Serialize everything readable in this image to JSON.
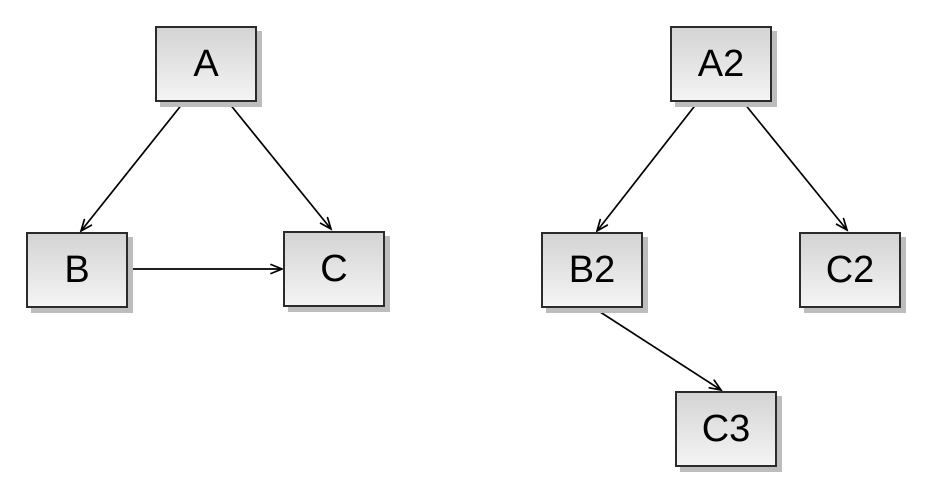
{
  "page": {
    "background": "#ffffff"
  },
  "styles": {
    "node_border": "#2b2b2b",
    "node_fill_top": "#d4d4d4",
    "node_fill_bottom": "#f4f4f4",
    "node_shadow": "#bdbdbd",
    "edge_color": "#000000",
    "label_color": "#000000"
  },
  "graphs": [
    {
      "name": "left-triangle-graph",
      "nodes": [
        {
          "id": "A",
          "label": "A"
        },
        {
          "id": "B",
          "label": "B"
        },
        {
          "id": "C",
          "label": "C"
        }
      ],
      "edges": [
        {
          "from": "A",
          "to": "B",
          "direction": "arrow"
        },
        {
          "from": "A",
          "to": "C",
          "direction": "arrow"
        },
        {
          "from": "B",
          "to": "C",
          "direction": "arrow"
        }
      ]
    },
    {
      "name": "right-tree-graph",
      "nodes": [
        {
          "id": "A2",
          "label": "A2"
        },
        {
          "id": "B2",
          "label": "B2"
        },
        {
          "id": "C2",
          "label": "C2"
        },
        {
          "id": "C3",
          "label": "C3"
        }
      ],
      "edges": [
        {
          "from": "A2",
          "to": "B2",
          "direction": "arrow"
        },
        {
          "from": "A2",
          "to": "C2",
          "direction": "arrow"
        },
        {
          "from": "B2",
          "to": "C3",
          "direction": "arrow"
        }
      ]
    }
  ]
}
